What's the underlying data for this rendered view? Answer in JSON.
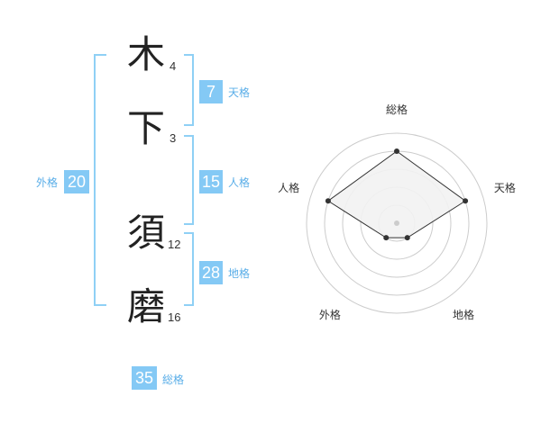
{
  "name_chars": [
    {
      "char": "木",
      "strokes": "4"
    },
    {
      "char": "下",
      "strokes": "3"
    },
    {
      "char": "須",
      "strokes": "12"
    },
    {
      "char": "磨",
      "strokes": "16"
    }
  ],
  "fortunes": {
    "tenkaku": {
      "value": "7",
      "label": "天格"
    },
    "jinkaku": {
      "value": "15",
      "label": "人格"
    },
    "chikaku": {
      "value": "28",
      "label": "地格"
    },
    "gaikaku": {
      "value": "20",
      "label": "外格"
    },
    "soukaku": {
      "value": "35",
      "label": "総格"
    }
  },
  "chart_data": {
    "type": "radar",
    "axes": [
      "総格",
      "天格",
      "地格",
      "外格",
      "人格"
    ],
    "values": [
      4,
      4,
      1,
      1,
      4
    ],
    "max": 5,
    "rings": 5,
    "colors": {
      "ring_fill": "#f2f2f2",
      "ring_stroke": "#cccccc",
      "line": "#333333",
      "point": "#333333",
      "center": "#cccccc"
    }
  }
}
